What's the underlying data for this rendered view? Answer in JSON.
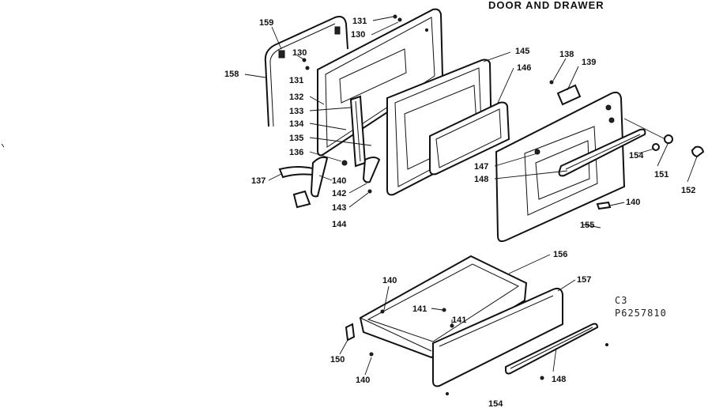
{
  "diagram": {
    "title": "DOOR AND DRAWER",
    "code_line1": "C3",
    "code_line2": "P6257810",
    "callouts": [
      {
        "id": "c159",
        "text": "159"
      },
      {
        "id": "c131a",
        "text": "131"
      },
      {
        "id": "c130a",
        "text": "130"
      },
      {
        "id": "c130b",
        "text": "130"
      },
      {
        "id": "c131b",
        "text": "131"
      },
      {
        "id": "c158",
        "text": "158"
      },
      {
        "id": "c132",
        "text": "132"
      },
      {
        "id": "c133",
        "text": "133"
      },
      {
        "id": "c134",
        "text": "134"
      },
      {
        "id": "c135",
        "text": "135"
      },
      {
        "id": "c136",
        "text": "136"
      },
      {
        "id": "c137",
        "text": "137"
      },
      {
        "id": "c140a",
        "text": "140"
      },
      {
        "id": "c142",
        "text": "142"
      },
      {
        "id": "c143",
        "text": "143"
      },
      {
        "id": "c144",
        "text": "144"
      },
      {
        "id": "c145",
        "text": "145"
      },
      {
        "id": "c146",
        "text": "146"
      },
      {
        "id": "c138",
        "text": "138"
      },
      {
        "id": "c139",
        "text": "139"
      },
      {
        "id": "c147",
        "text": "147"
      },
      {
        "id": "c148a",
        "text": "148"
      },
      {
        "id": "c154a",
        "text": "154"
      },
      {
        "id": "c151",
        "text": "151"
      },
      {
        "id": "c152",
        "text": "152"
      },
      {
        "id": "c140b",
        "text": "140"
      },
      {
        "id": "c155",
        "text": "155"
      },
      {
        "id": "c156",
        "text": "156"
      },
      {
        "id": "c157",
        "text": "157"
      },
      {
        "id": "c140c",
        "text": "140"
      },
      {
        "id": "c141a",
        "text": "141"
      },
      {
        "id": "c141b",
        "text": "141"
      },
      {
        "id": "c150",
        "text": "150"
      },
      {
        "id": "c140d",
        "text": "140"
      },
      {
        "id": "c148b",
        "text": "148"
      },
      {
        "id": "c154b",
        "text": "154"
      }
    ]
  }
}
